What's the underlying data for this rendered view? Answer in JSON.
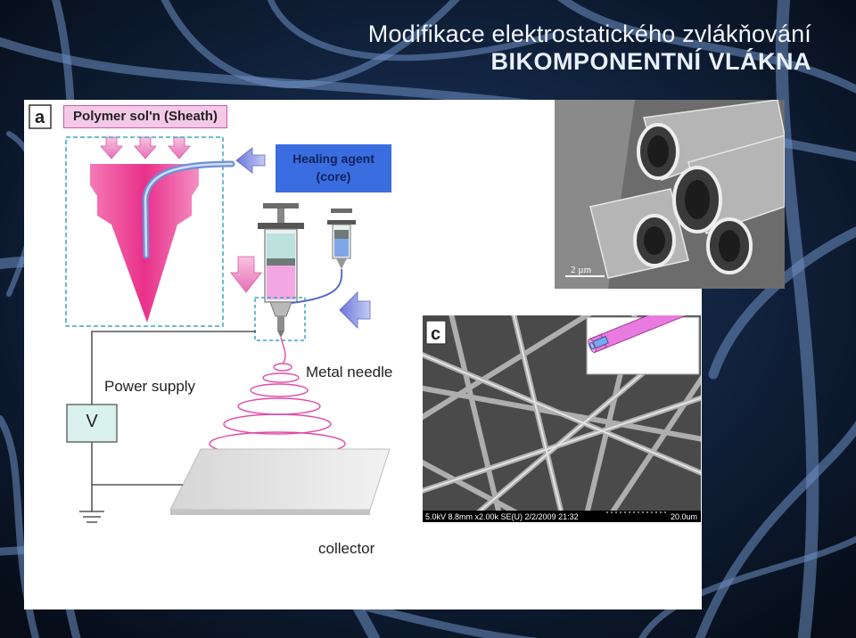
{
  "slide": {
    "title_line1": "Modifikace elektrostatického zvlákňování",
    "title_line2": "BIKOMPONENTNÍ VLÁKNA"
  },
  "figure": {
    "panel_a_letter": "a",
    "panel_c_letter": "c",
    "sheath_label": "Polymer sol'n (Sheath)",
    "core_label_line1": "Healing agent",
    "core_label_line2": "(core)",
    "needle_label": "Metal needle",
    "power_label": "Power supply",
    "voltage_label": "V",
    "collector_label": "collector",
    "sem_top_scale": "2 µm",
    "sem_c_info": "5.0kV 8.8mm x2.00k SE(U) 2/2/2009 21:32",
    "sem_c_scale": "20.0um"
  },
  "colors": {
    "magenta": "#e8308a",
    "pink": "#f2a6d6",
    "core_blue": "#5b86d8",
    "label_blue": "#3a6de0",
    "dashed_box": "#39a6c6"
  }
}
